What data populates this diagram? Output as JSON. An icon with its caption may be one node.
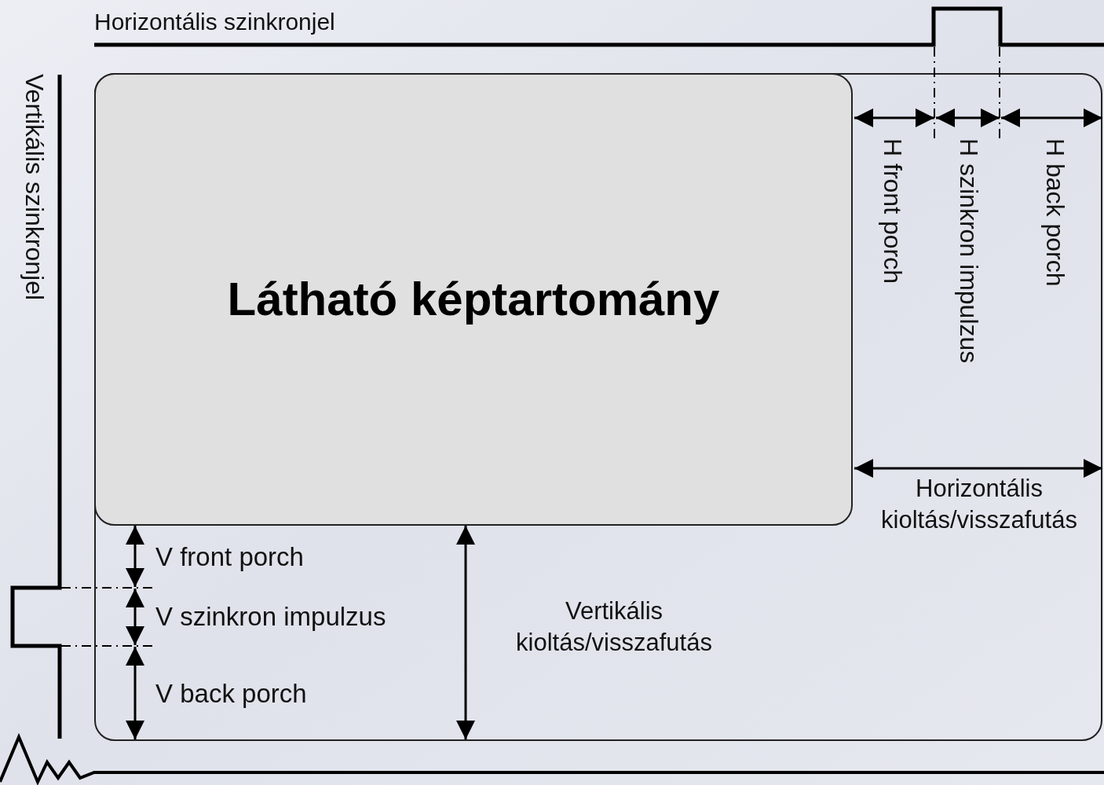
{
  "diagram": {
    "nodes": [
      {
        "text": [
          "Látható képtartomány"
        ]
      }
    ],
    "labels": [
      "Horizontális szinkronjel",
      "Vertikális szinkronjel",
      "H front porch",
      "H szinkron impulzus",
      "H back porch",
      "Horizontális kioltás/visszafutás",
      "V front porch",
      "V szinkron impulzus",
      "V back porch",
      "Vertikális kioltás/visszafutás"
    ]
  }
}
